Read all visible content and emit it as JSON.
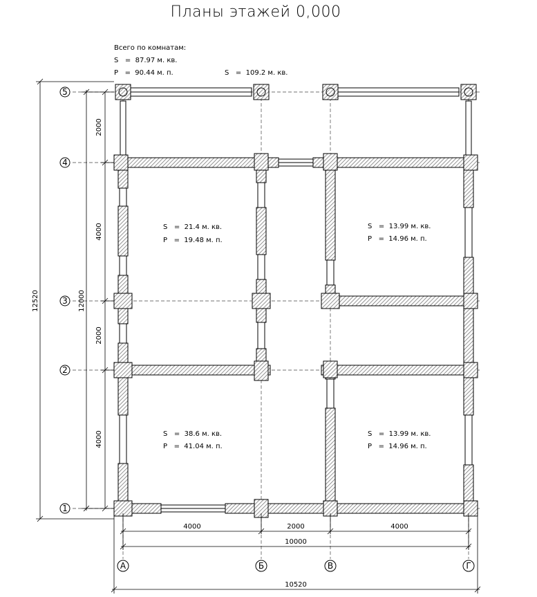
{
  "title": "Планы этажей 0,000",
  "summary": {
    "header": "Всего по комнатам:",
    "area": "S   =  87.97 м. кв.",
    "perimeter": "P   =  90.44 м. п.",
    "area2": "S   =  109.2 м. кв."
  },
  "rooms": [
    {
      "s": "S   =  21.4 м. кв.",
      "p": "P   =  19.48 м. п."
    },
    {
      "s": "S   =  13.99 м. кв.",
      "p": "P   =  14.96 м. п."
    },
    {
      "s": "S   =  38.6 м. кв.",
      "p": "P   =  41.04 м. п."
    },
    {
      "s": "S   =  13.99 м. кв.",
      "p": "P   =  14.96 м. п."
    }
  ],
  "axes": {
    "rows": [
      "5",
      "4",
      "3",
      "2",
      "1"
    ],
    "cols": [
      "А",
      "Б",
      "В",
      "Г"
    ]
  },
  "dims": {
    "left_segments": [
      "2000",
      "4000",
      "2000",
      "4000"
    ],
    "left_total_inner": "12000",
    "left_total_outer": "12520",
    "bottom_segments": [
      "4000",
      "2000",
      "4000"
    ],
    "bottom_total_inner": "10000",
    "bottom_total_outer": "10520"
  },
  "colors": {
    "line": "#000000",
    "hatch": "#777777",
    "axis": "#444444"
  }
}
